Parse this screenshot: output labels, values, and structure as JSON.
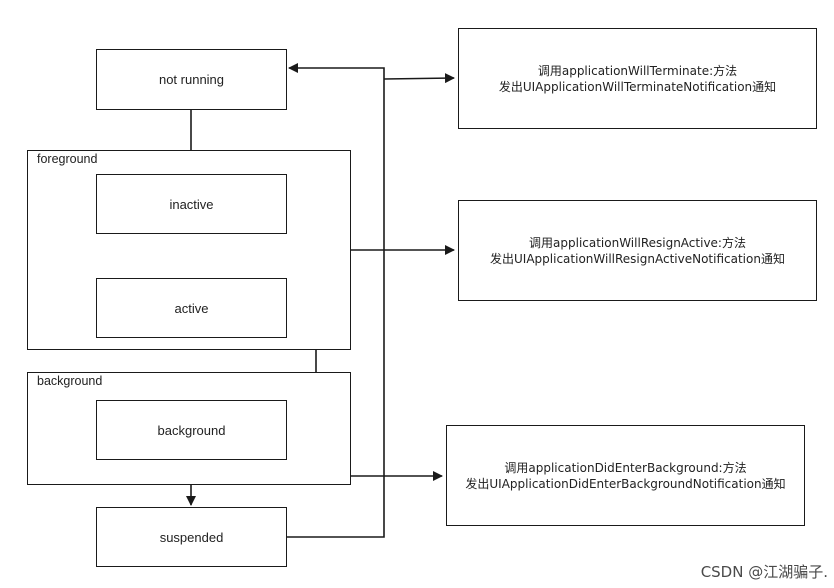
{
  "states": {
    "not_running": "not running",
    "inactive": "inactive",
    "active": "active",
    "background": "background",
    "suspended": "suspended"
  },
  "groups": {
    "foreground": "foreground",
    "background": "background"
  },
  "notes": {
    "terminate": {
      "line1": "调用applicationWillTerminate:方法",
      "line2": "发出UIApplicationWillTerminateNotification通知"
    },
    "resign_active": {
      "line1": "调用applicationWillResignActive:方法",
      "line2": "发出UIApplicationWillResignActiveNotification通知"
    },
    "enter_background": {
      "line1": "调用applicationDidEnterBackground:方法",
      "line2": "发出UIApplicationDidEnterBackgroundNotification通知"
    }
  },
  "watermark": "CSDN @江湖骗子."
}
